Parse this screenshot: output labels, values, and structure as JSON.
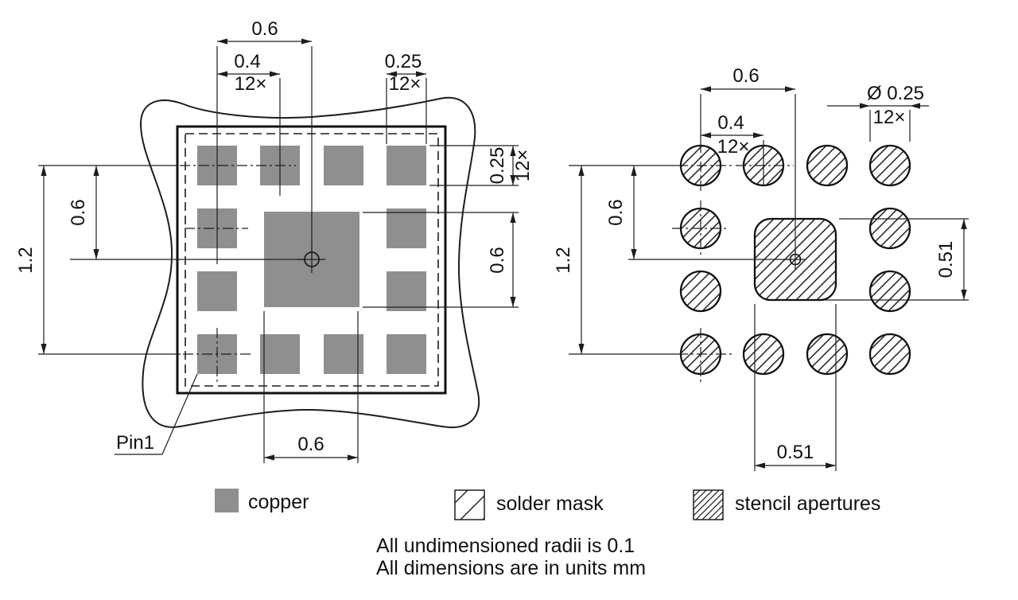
{
  "colors": {
    "copper": "#8f8f8f",
    "line": "#1d1d1d",
    "background": "#ffffff"
  },
  "left_view": {
    "dim_top_center_pitch": "0.6",
    "dim_pad_pitch": "0.4",
    "pad_pitch_count": "12×",
    "dim_pad_width": "0.25",
    "pad_width_count": "12×",
    "dim_pad_height": "0.25",
    "pad_height_count": "12×",
    "dim_center_pad_height": "0.6",
    "dim_row_span": "0.6",
    "dim_full_span": "1.2",
    "dim_center_pad_width": "0.6",
    "pin1_label": "Pin1"
  },
  "right_view": {
    "dim_top_center_pitch": "0.6",
    "dim_aperture_pitch": "0.4",
    "aperture_pitch_count": "12×",
    "dim_aperture_diameter": "Ø 0.25",
    "aperture_diameter_count": "12×",
    "dim_row_span": "0.6",
    "dim_full_span": "1.2",
    "dim_center_aperture_height": "0.51",
    "dim_center_aperture_width": "0.51"
  },
  "legend": {
    "copper_label": "copper",
    "solder_mask_label": "solder mask",
    "stencil_label": "stencil apertures"
  },
  "notes": {
    "line1": "All undimensioned radii is 0.1",
    "line2": "All dimensions are in units mm"
  }
}
